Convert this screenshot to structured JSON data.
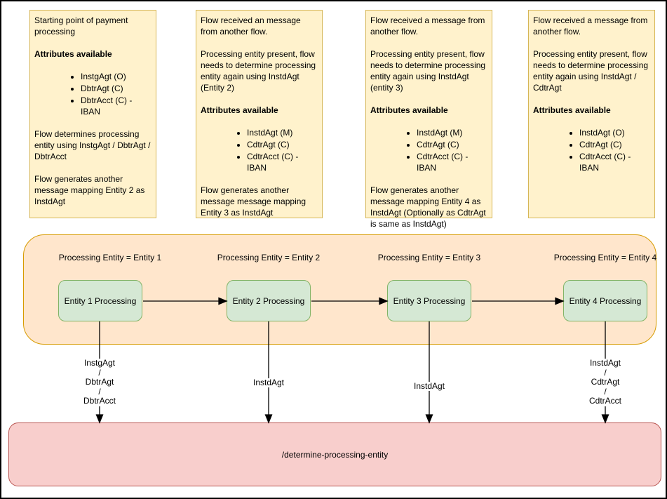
{
  "palette": {
    "note_fill": "#FFF2CC",
    "note_stroke": "#D6B656",
    "lane_fill": "#FFE6CC",
    "lane_stroke": "#D79B00",
    "entity_fill": "#D5E8D4",
    "entity_stroke": "#82B366",
    "endpoint_fill": "#F8CECC",
    "endpoint_stroke": "#B85450",
    "arrow_color": "#000000"
  },
  "notes": [
    {
      "p1": "Starting point of payment processing",
      "p2": "",
      "heading": "Attributes available",
      "bullets": [
        "InstgAgt (O)",
        "DbtrAgt (C)",
        "DbtrAcct (C) - IBAN"
      ],
      "post1": "Flow determines processing entity using InstgAgt / DbtrAgt / DbtrAcct",
      "post2": "Flow generates another message mapping Entity 2 as InstdAgt"
    },
    {
      "p1": "Flow received an message from another flow.",
      "p2": "Processing entity present, flow needs to determine processing entity again using InstdAgt (Entity 2)",
      "heading": "Attributes available",
      "bullets": [
        "InstdAgt (M)",
        "CdtrAgt (C)",
        "CdtrAcct (C) - IBAN"
      ],
      "post1": "Flow generates another message message mapping Entity 3 as InstdAgt",
      "post2": ""
    },
    {
      "p1": "Flow received a message from another flow.",
      "p2": "Processing entity present, flow needs to determine processing entity again using InstdAgt (entity 3)",
      "heading": "Attributes available",
      "bullets": [
        "InstdAgt (M)",
        "CdtrAgt (C)",
        "CdtrAcct (C) - IBAN"
      ],
      "post1": "Flow generates another message mapping Entity 4 as InstdAgt (Optionally as CdtrAgt is same as InstdAgt)",
      "post2": ""
    },
    {
      "p1": "Flow received a message from another flow.",
      "p2": "Processing entity present, flow needs to determine processing entity again using InstdAgt / CdtrAgt",
      "heading": "Attributes available",
      "bullets": [
        "InstdAgt (O)",
        "CdtrAgt (C)",
        "CdtrAcct (C) - IBAN"
      ],
      "post1": "",
      "post2": ""
    }
  ],
  "lane": {
    "entity_labels": [
      "Processing Entity = Entity 1",
      "Processing Entity = Entity 2",
      "Processing Entity = Entity 3",
      "Processing Entity = Entity 4"
    ],
    "entity_boxes": [
      "Entity 1 Processing",
      "Entity 2 Processing",
      "Entity 3 Processing",
      "Entity 4 Processing"
    ]
  },
  "edge_labels": {
    "e1": [
      "InstgAgt",
      "/",
      "DbtrAgt",
      "/",
      "DbtrAcct"
    ],
    "e2": "InstdAgt",
    "e3": "InstdAgt",
    "e4": [
      "InstdAgt",
      "/",
      "CdtrAgt",
      "/",
      "CdtrAcct"
    ]
  },
  "endpoint": {
    "label": "/determine-processing-entity"
  }
}
